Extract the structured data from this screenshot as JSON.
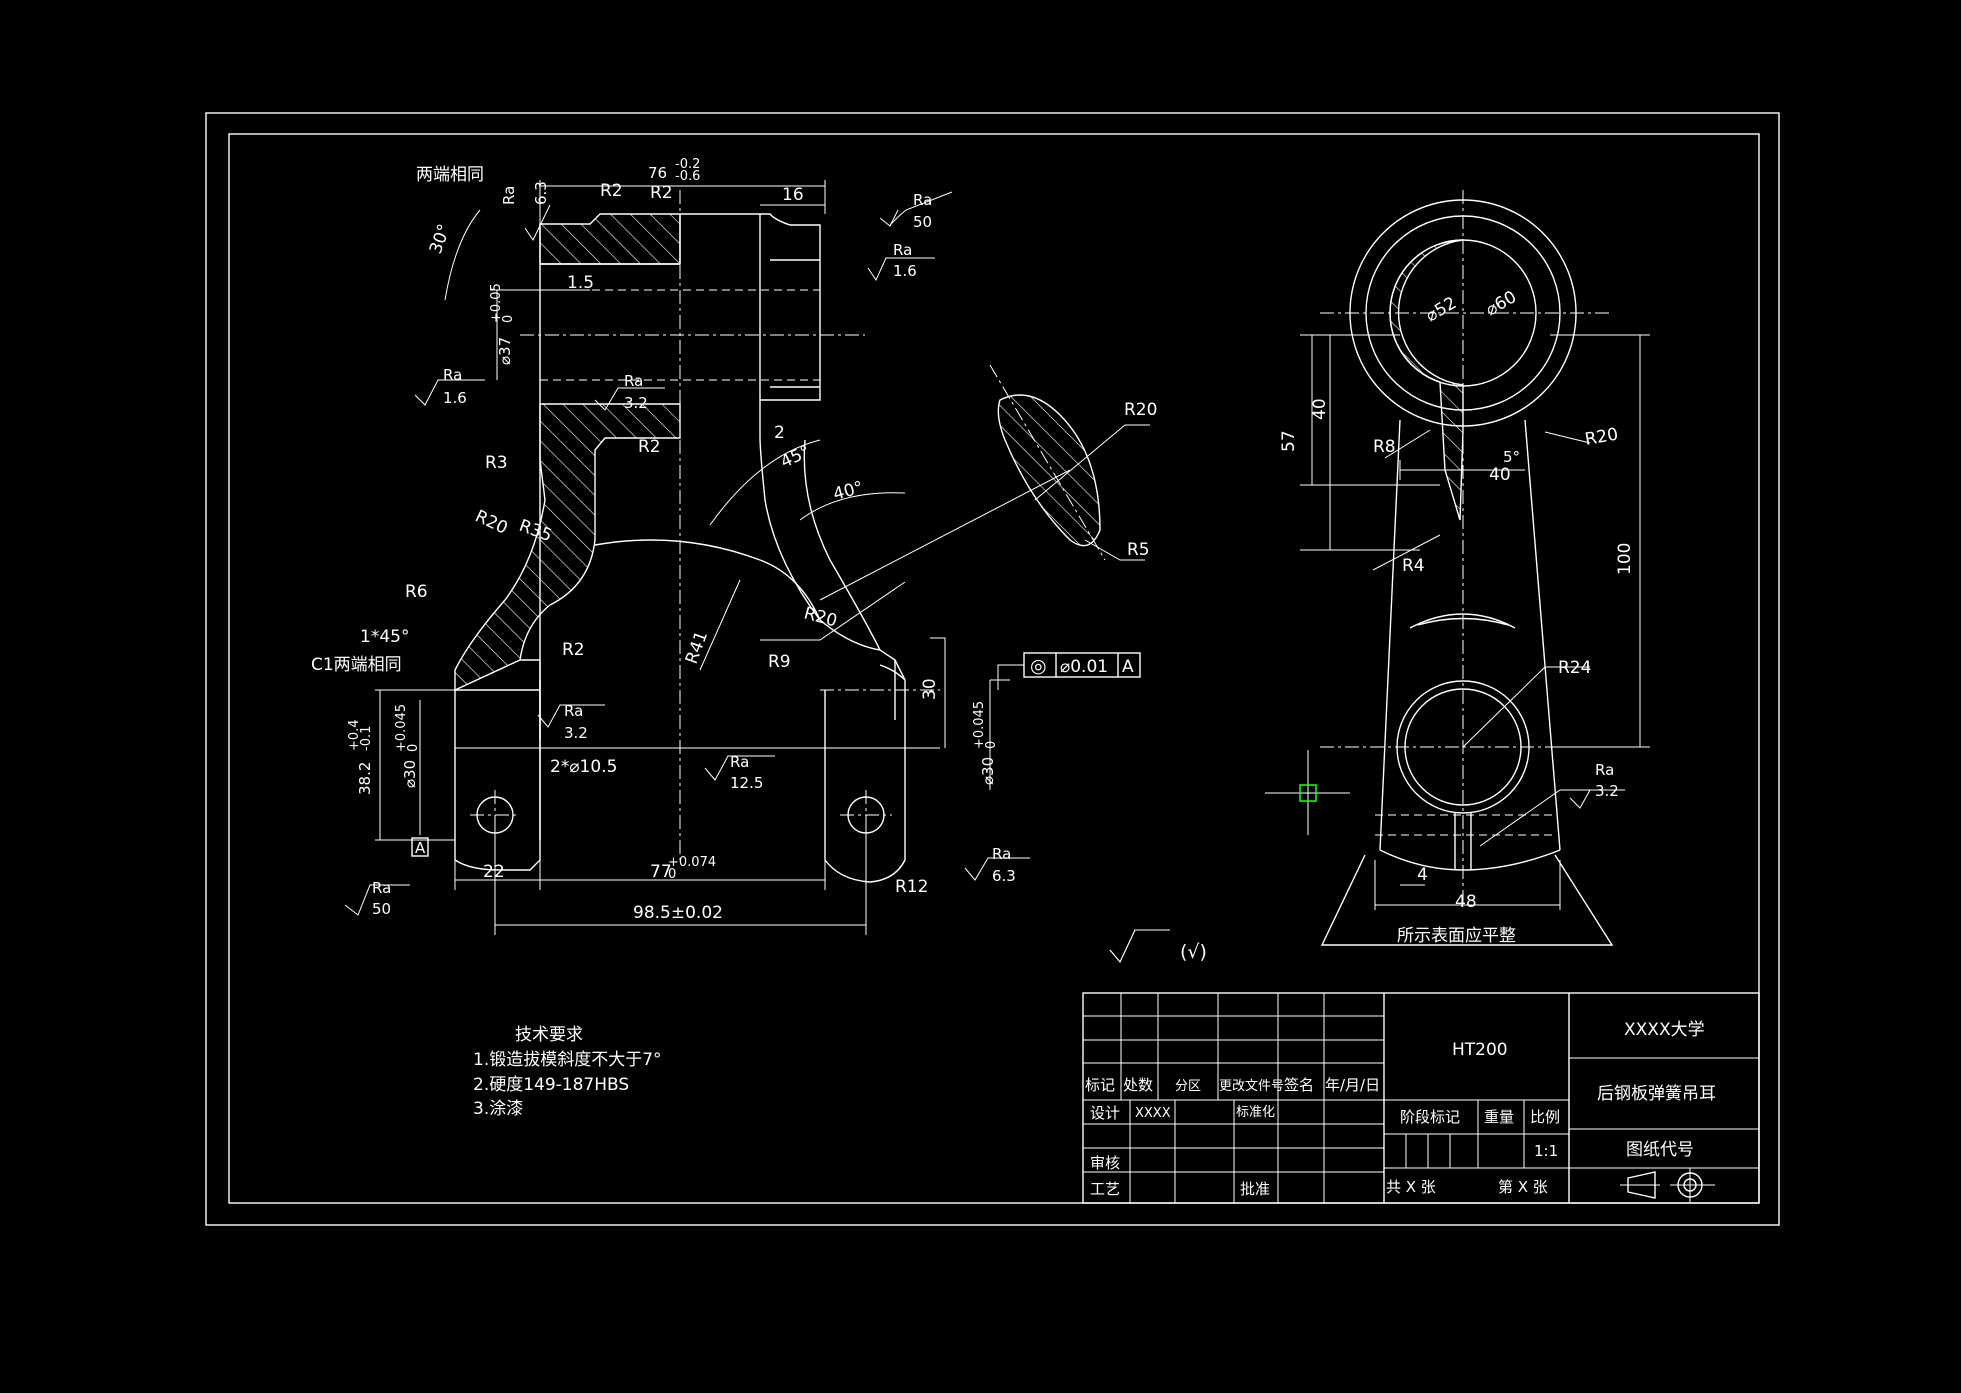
{
  "notes": {
    "same_both_ends": "两端相同",
    "c1_same_both_ends": "C1两端相同",
    "chamfer": "1*45°",
    "surface_flat": "所示表面应平整"
  },
  "dims": {
    "d76": "76",
    "d76_up": "-0.2",
    "d76_lo": "-0.6",
    "d16": "16",
    "d1_5": "1.5",
    "d37": "⌀37",
    "d37_up": "+0.05",
    "d37_lo": "0",
    "r2a": "R2",
    "r2b": "R2",
    "r2c": "R2",
    "r2d": "R2",
    "r3": "R3",
    "r20a": "R20",
    "r35": "R35",
    "r6": "R6",
    "d2": "2",
    "a45": "45°",
    "a40": "40°",
    "a30": "30°",
    "r20b": "R20",
    "r20c": "R20",
    "r5": "R5",
    "r41": "R41",
    "r9": "R9",
    "d30v": "30",
    "d30a": "⌀30",
    "d30a_up": "+0.045",
    "d30a_lo": "0",
    "d30b": "⌀30",
    "d30b_up": "+0.045",
    "d30b_lo": "0",
    "d38": "38.2",
    "d38_up": "+0.4",
    "d38_lo": "-0.1",
    "holes": "2*⌀10.5",
    "d22": "22",
    "d77": "77",
    "d77_up": "+0.074",
    "d77_lo": "0",
    "d98": "98.5±0.02",
    "r12": "R12",
    "datum": "A",
    "d52": "⌀52",
    "d60": "⌀60",
    "d40v": "40",
    "d57": "57",
    "r8": "R8",
    "a5": "5°",
    "d40h": "40",
    "r20d": "R20",
    "d100": "100",
    "r4": "R4",
    "r24": "R24",
    "d4": "4",
    "d48": "48"
  },
  "roughness": {
    "ra": "Ra",
    "v6_3": "6.3",
    "v50": "50",
    "v1_6": "1.6",
    "v3_2": "3.2",
    "v12_5": "12.5",
    "general": "(√)"
  },
  "tolerance": {
    "symbol": "◎",
    "value": "⌀0.01",
    "datum": "A"
  },
  "tech_requirements": {
    "title": "技术要求",
    "items": [
      "1.锻造拔模斜度不大于7°",
      "2.硬度149-187HBS",
      "3.涂漆"
    ]
  },
  "title_block": {
    "material": "HT200",
    "school": "XXXX大学",
    "part_name": "后钢板弹簧吊耳",
    "drawing_no": "图纸代号",
    "mark": "标记",
    "count": "处数",
    "zone": "分区",
    "change_doc": "更改文件号",
    "sign": "签名",
    "date": "年/月/日",
    "design": "设计",
    "designer": "XXXX",
    "standard": "标准化",
    "stage_mark": "阶段标记",
    "weight": "重量",
    "scale_label": "比例",
    "scale": "1:1",
    "review": "审核",
    "process": "工艺",
    "approve": "批准",
    "total": "共 X 张",
    "sheet": "第 X 张"
  }
}
